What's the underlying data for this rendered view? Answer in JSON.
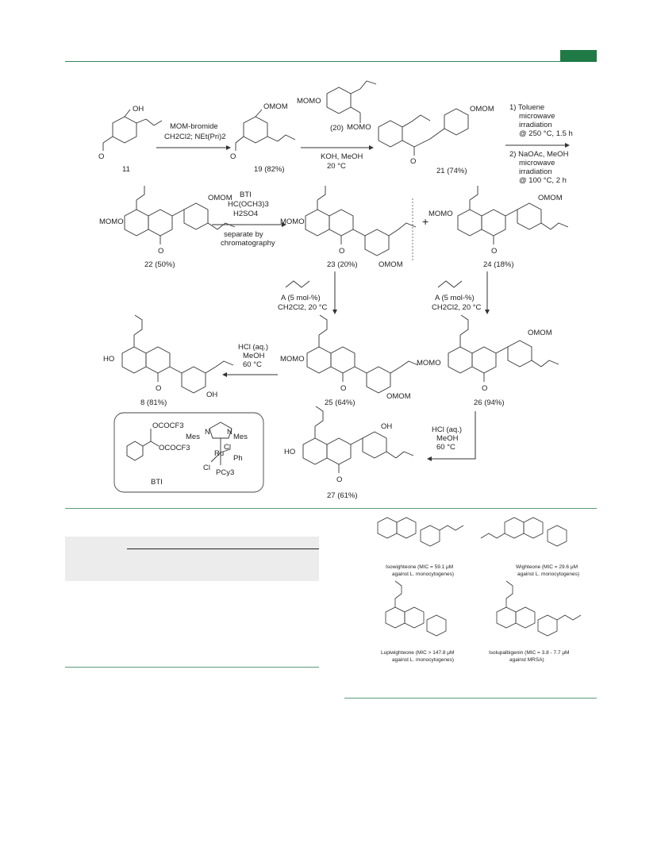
{
  "scheme": {
    "reagents": {
      "step1_line1": "MOM-bromide",
      "step1_line2": "CH2Cl2; NEt(Pri)2",
      "step2_reagent": "(20)",
      "step2_line1": "KOH, MeOH",
      "step2_line2": "20 °C",
      "step3_line1": "1) Toluene",
      "step3_line2": "microwave",
      "step3_line3": "irradiation",
      "step3_line4": "@ 250 °C, 1.5 h",
      "step3_line5": "2) NaOAc, MeOH",
      "step3_line6": "microwave",
      "step3_line7": "irradiation",
      "step3_line8": "@ 100 °C, 2 h",
      "step4_line1": "BTI",
      "step4_line2": "HC(OCH3)3",
      "step4_line3": "H2SO4",
      "step4_line4": "separate by",
      "step4_line5": "chromatography",
      "plus": "+",
      "metathesis_a_line1": "A (5 mol-%)",
      "metathesis_a_line2": "CH2Cl2, 20 °C",
      "metathesis_b_line1": "A (5 mol-%)",
      "metathesis_b_line2": "CH2Cl2, 20 °C",
      "deprot_a_line1": "HCl (aq.)",
      "deprot_a_line2": "MeOH",
      "deprot_a_line3": "60 °C",
      "deprot_b_line1": "HCl (aq.)",
      "deprot_b_line2": "MeOH",
      "deprot_b_line3": "60 °C"
    },
    "compounds": {
      "c11": "11",
      "c19": "19 (82%)",
      "c21": "21 (74%)",
      "c22": "22 (50%)",
      "c23": "23 (20%)",
      "c24": "24 (18%)",
      "c25": "25 (64%)",
      "c26": "26 (94%)",
      "c8": "8 (81%)",
      "c27": "27 (61%)"
    },
    "atom_labels": {
      "oh": "OH",
      "omom": "OMOM",
      "momo": "MOMO",
      "ho": "HO",
      "o": "O",
      "ocofcf3_1": "OCOCF3",
      "ocofcf3_2": "OCOCF3",
      "mes_left": "Mes",
      "mes_right": "Mes",
      "n": "N",
      "cl": "Cl",
      "ru": "Ru",
      "ph": "Ph",
      "pcy3": "PCy3",
      "bti": "BTI"
    }
  },
  "natural_products": [
    {
      "caption_line1": "Isowighteone (MIC = 59.1 μM",
      "caption_line2": "against L. monocytogenes)"
    },
    {
      "caption_line1": "Wighteone (MIC = 29.6 μM",
      "caption_line2": "against L. monocytogenes)"
    },
    {
      "caption_line1": "Lupiwighteone (MIC > 147.8 μM",
      "caption_line2": "against L. monocytogenes)"
    },
    {
      "caption_line1": "Isolupalbigenin (MIC = 3.8 - 7.7 μM",
      "caption_line2": "against MRSA)"
    }
  ],
  "colors": {
    "accent": "#1f7a45",
    "rule": "#5a9d7a"
  }
}
